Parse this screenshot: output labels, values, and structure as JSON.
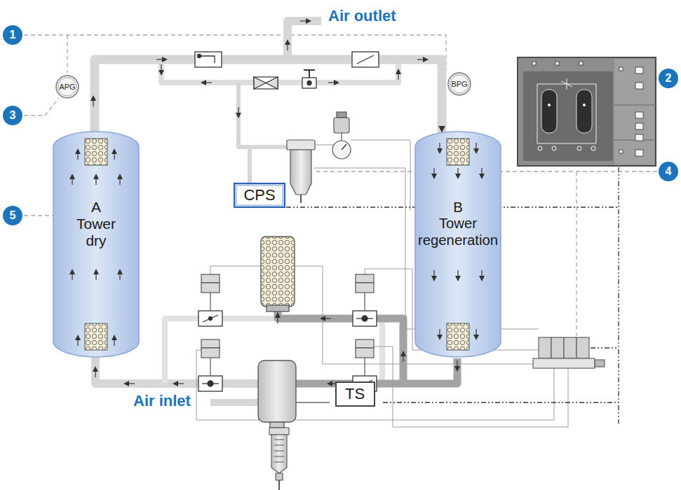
{
  "diagram": {
    "nodes": [
      {
        "text": [
          "APG"
        ]
      },
      {
        "text": [
          "BPG"
        ]
      },
      {
        "text": [
          "A Tower dry"
        ]
      },
      {
        "text": [
          "CPS"
        ]
      },
      {
        "text": [
          "B Tower regeneration"
        ]
      },
      {
        "text": [
          "TS"
        ]
      }
    ],
    "edges": [
      {
        "from": 2,
        "to": 4,
        "arrow": "to"
      }
    ],
    "labels": [
      "Air outlet",
      "1",
      "2",
      "3",
      "4",
      "5",
      "Air inlet"
    ]
  }
}
